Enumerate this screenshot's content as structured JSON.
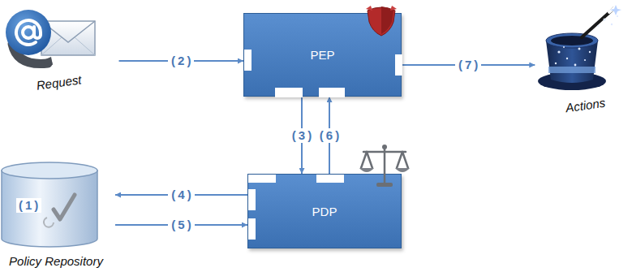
{
  "diagram": {
    "nodes": [
      {
        "text": [
          "Request"
        ]
      },
      {
        "text": [
          "PEP"
        ]
      },
      {
        "text": [
          "Actions"
        ]
      },
      {
        "text": [
          "PDP"
        ]
      },
      {
        "text": [
          "Policy Repository"
        ]
      }
    ],
    "edges": [
      {
        "from": 0,
        "to": 1,
        "arrow": "to",
        "label": "(2)"
      },
      {
        "from": 1,
        "to": 3,
        "arrow": "to",
        "label": "(3)"
      },
      {
        "from": 3,
        "to": 4,
        "arrow": "to",
        "label": "(4)"
      },
      {
        "from": 4,
        "to": 3,
        "arrow": "to",
        "label": "(5)"
      },
      {
        "from": 3,
        "to": 1,
        "arrow": "to",
        "label": "(6)"
      },
      {
        "from": 1,
        "to": 2,
        "arrow": "to",
        "label": "(7)"
      }
    ],
    "labels": [
      "(1)"
    ]
  }
}
